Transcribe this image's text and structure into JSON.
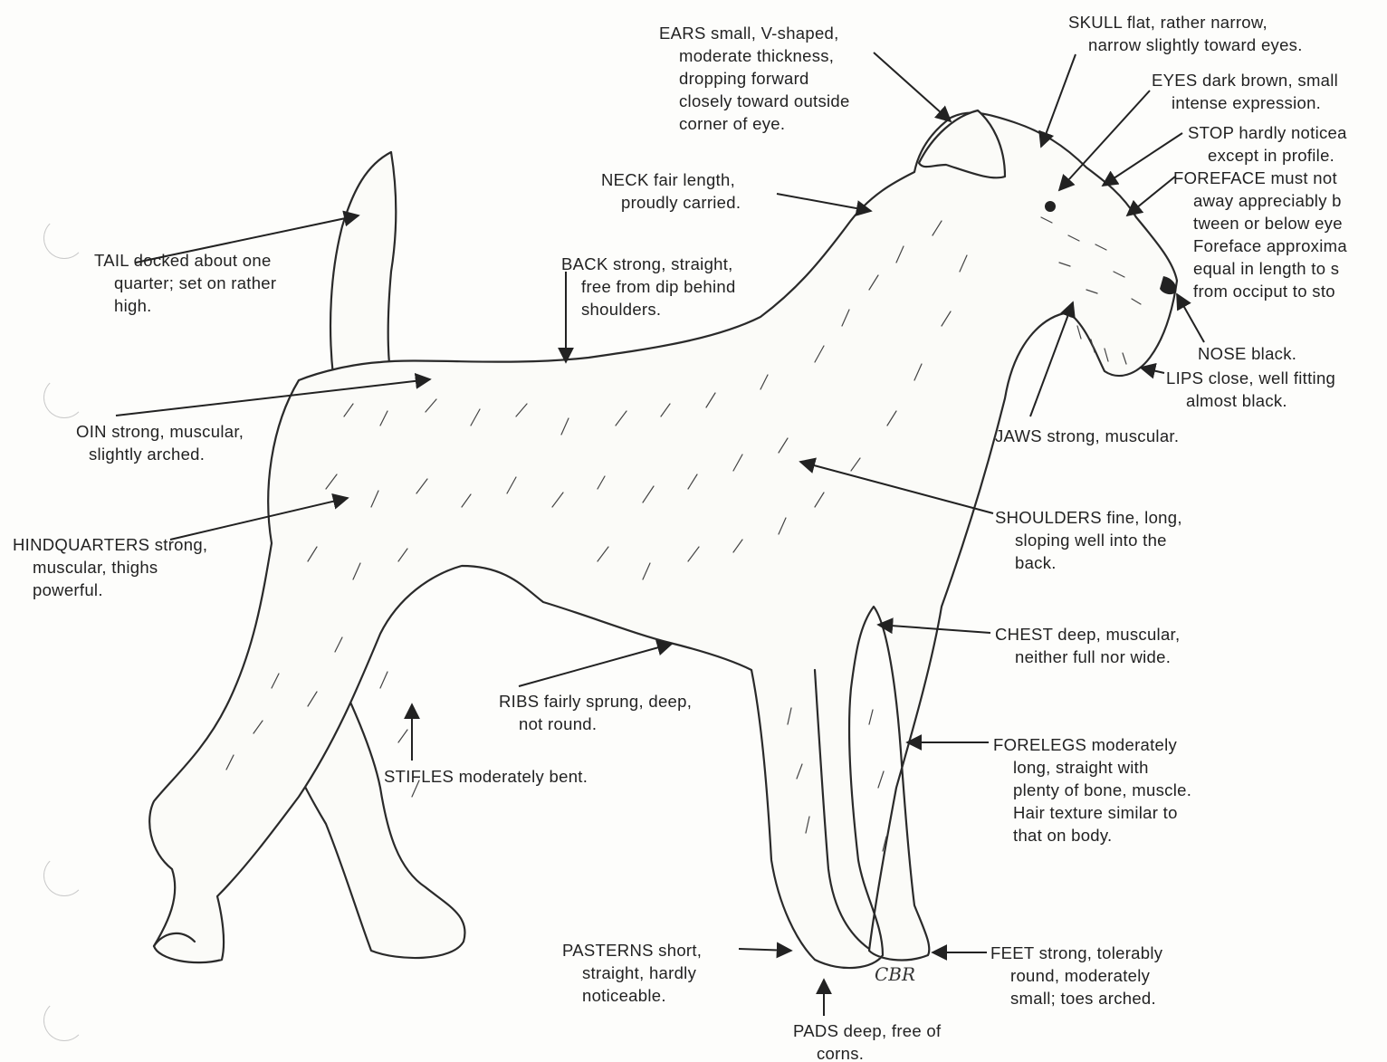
{
  "figure": {
    "signature": "CBR",
    "labels": [
      {
        "id": "ears",
        "lines": [
          "EARS small, V-shaped,",
          "moderate thickness,",
          "dropping forward",
          "closely toward outside",
          "corner of eye."
        ]
      },
      {
        "id": "skull",
        "lines": [
          "SKULL flat, rather narrow,",
          "narrow slightly toward eyes."
        ]
      },
      {
        "id": "eyes",
        "lines": [
          "EYES dark brown, small",
          "intense expression."
        ]
      },
      {
        "id": "stop",
        "lines": [
          "STOP hardly noticea",
          "except in profile."
        ]
      },
      {
        "id": "foreface",
        "lines": [
          "FOREFACE must not",
          "away appreciably b",
          "tween or below eye",
          "Foreface approxima",
          "equal in length to s",
          "from occiput to sto"
        ]
      },
      {
        "id": "neck",
        "lines": [
          "NECK fair length,",
          "proudly carried."
        ]
      },
      {
        "id": "tail",
        "lines": [
          "TAIL docked about one",
          "quarter; set on rather",
          "high."
        ]
      },
      {
        "id": "back",
        "lines": [
          "BACK strong, straight,",
          "free from dip behind",
          "shoulders."
        ]
      },
      {
        "id": "nose",
        "lines": [
          "NOSE black."
        ]
      },
      {
        "id": "lips",
        "lines": [
          "LIPS close, well fitting",
          "almost black."
        ]
      },
      {
        "id": "loin",
        "lines": [
          "OIN strong, muscular,",
          "slightly arched."
        ]
      },
      {
        "id": "jaws",
        "lines": [
          "JAWS strong, muscular."
        ]
      },
      {
        "id": "shoulders",
        "lines": [
          "SHOULDERS fine, long,",
          "sloping well into the",
          "back."
        ]
      },
      {
        "id": "hindquarters",
        "lines": [
          "HINDQUARTERS strong,",
          "muscular, thighs",
          "powerful."
        ]
      },
      {
        "id": "chest",
        "lines": [
          "CHEST deep, muscular,",
          "neither full nor wide."
        ]
      },
      {
        "id": "ribs",
        "lines": [
          "RIBS fairly sprung, deep,",
          "not round."
        ]
      },
      {
        "id": "stifles",
        "lines": [
          "STIFLES moderately bent."
        ]
      },
      {
        "id": "forelegs",
        "lines": [
          "FORELEGS moderately",
          "long, straight with",
          "plenty of bone, muscle.",
          "Hair texture similar to",
          "that on body."
        ]
      },
      {
        "id": "pasterns",
        "lines": [
          "PASTERNS short,",
          "straight, hardly",
          "noticeable."
        ]
      },
      {
        "id": "feet",
        "lines": [
          "FEET strong, tolerably",
          "round, moderately",
          "small; toes arched."
        ]
      },
      {
        "id": "pads",
        "lines": [
          "PADS deep, free of",
          "corns."
        ]
      }
    ]
  }
}
